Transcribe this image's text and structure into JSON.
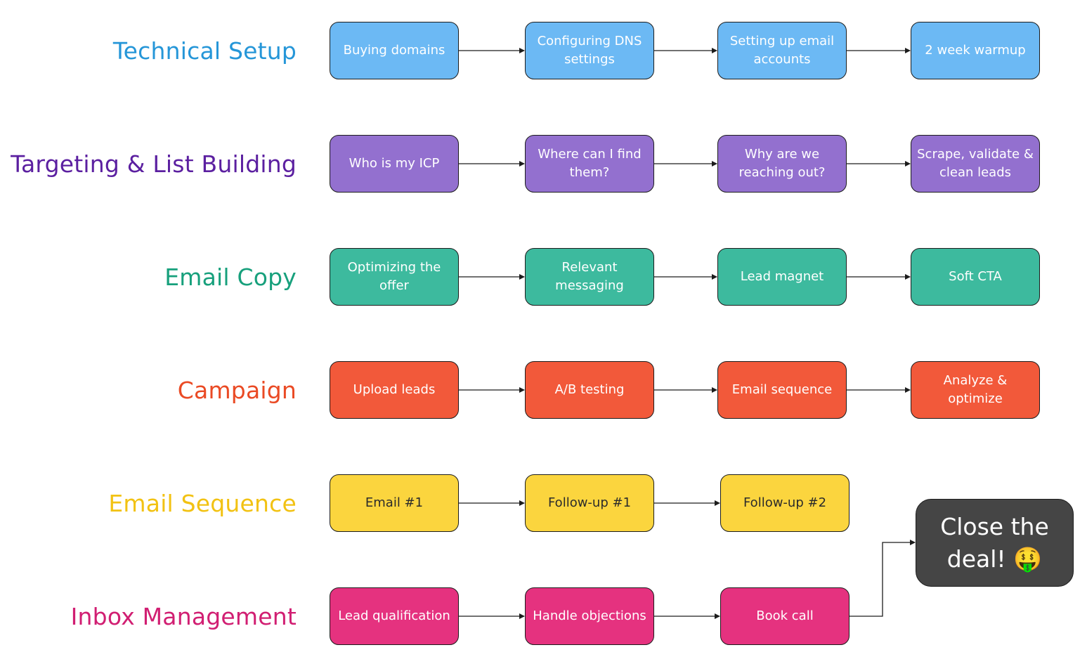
{
  "rows": [
    {
      "label": "Technical Setup",
      "label_color": "#2596d8",
      "node_color": "#6cb9f4",
      "text_color": "#ffffff",
      "steps": [
        "Buying domains",
        "Configuring DNS settings",
        "Setting up email accounts",
        "2 week warmup"
      ]
    },
    {
      "label": "Targeting & List Building",
      "label_color": "#5b1fa0",
      "node_color": "#9370cf",
      "text_color": "#ffffff",
      "steps": [
        "Who is my ICP",
        "Where can I find them?",
        "Why are we reaching out?",
        "Scrape, validate & clean leads"
      ]
    },
    {
      "label": "Email Copy",
      "label_color": "#17a07c",
      "node_color": "#3dba9e",
      "text_color": "#ffffff",
      "steps": [
        "Optimizing the offer",
        "Relevant messaging",
        "Lead magnet",
        "Soft CTA"
      ]
    },
    {
      "label": "Campaign",
      "label_color": "#ea4a24",
      "node_color": "#f2593a",
      "text_color": "#ffffff",
      "steps": [
        "Upload leads",
        "A/B testing",
        "Email sequence",
        "Analyze & optimize"
      ]
    },
    {
      "label": "Email Sequence",
      "label_color": "#f2c213",
      "node_color": "#fbd53e",
      "text_color": "#2b2b2b",
      "steps": [
        "Email #1",
        "Follow-up #1",
        "Follow-up #2"
      ]
    },
    {
      "label": "Inbox Management",
      "label_color": "#d11e72",
      "node_color": "#e5327f",
      "text_color": "#ffffff",
      "steps": [
        "Lead qualification",
        "Handle objections",
        "Book call"
      ]
    }
  ],
  "final": {
    "label": "Close the deal! 🤑",
    "bg_color": "#454545",
    "text_color": "#ffffff"
  },
  "edge_color": "#1c1c1c"
}
